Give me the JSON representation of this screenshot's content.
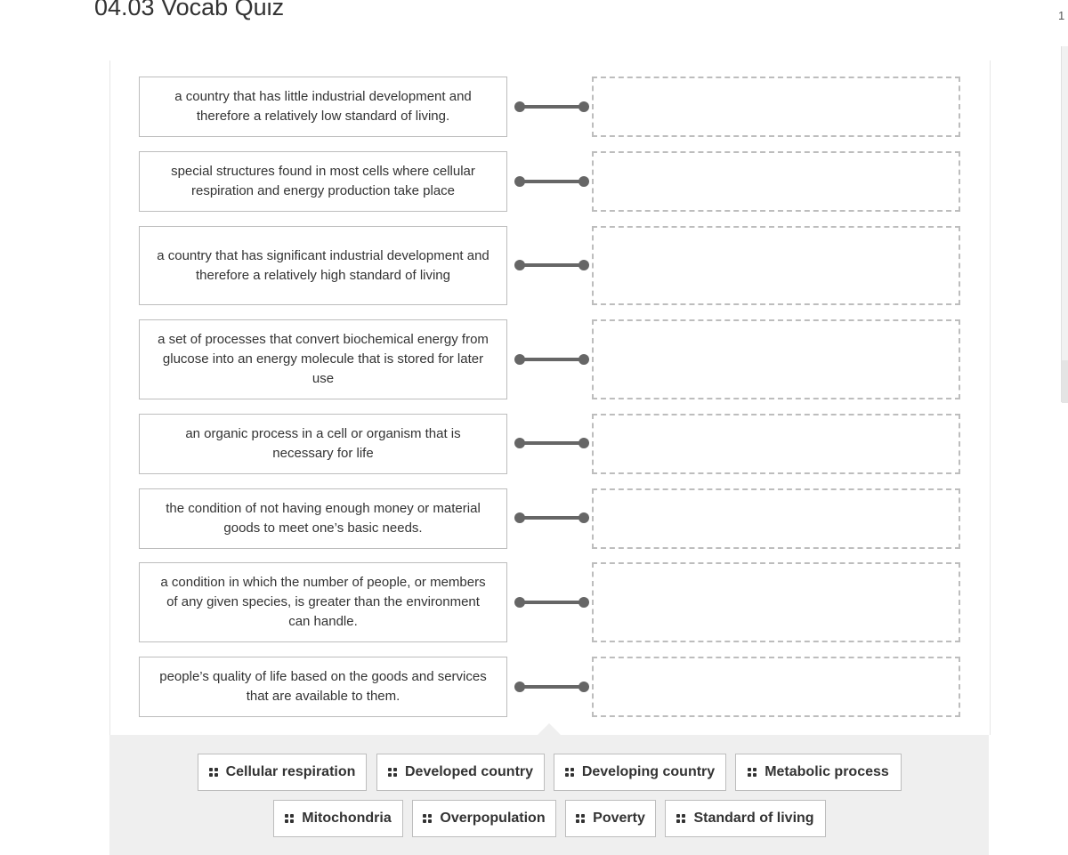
{
  "title": "04.03 Vocab Quiz",
  "page_number": "1",
  "definitions": [
    "a country that has little industrial development and therefore a relatively low standard of living.",
    "special structures found in most cells where cellular respiration and energy production take place",
    "a country that has significant industrial development and therefore a relatively high standard of living",
    "a set of processes that convert biochemical energy from glucose into an energy molecule that is stored for later use",
    "an organic process in a cell or organism that is necessary for life",
    "the condition of not having enough money or material goods to meet one’s basic needs.",
    "a condition in which the number of people, or members of any given species, is greater than the environment can handle.",
    "people’s quality of life based on the goods and services that are available to them."
  ],
  "word_bank": [
    "Cellular respiration",
    "Developed country",
    "Developing country",
    "Metabolic process",
    "Mitochondria",
    "Overpopulation",
    "Poverty",
    "Standard of living"
  ]
}
